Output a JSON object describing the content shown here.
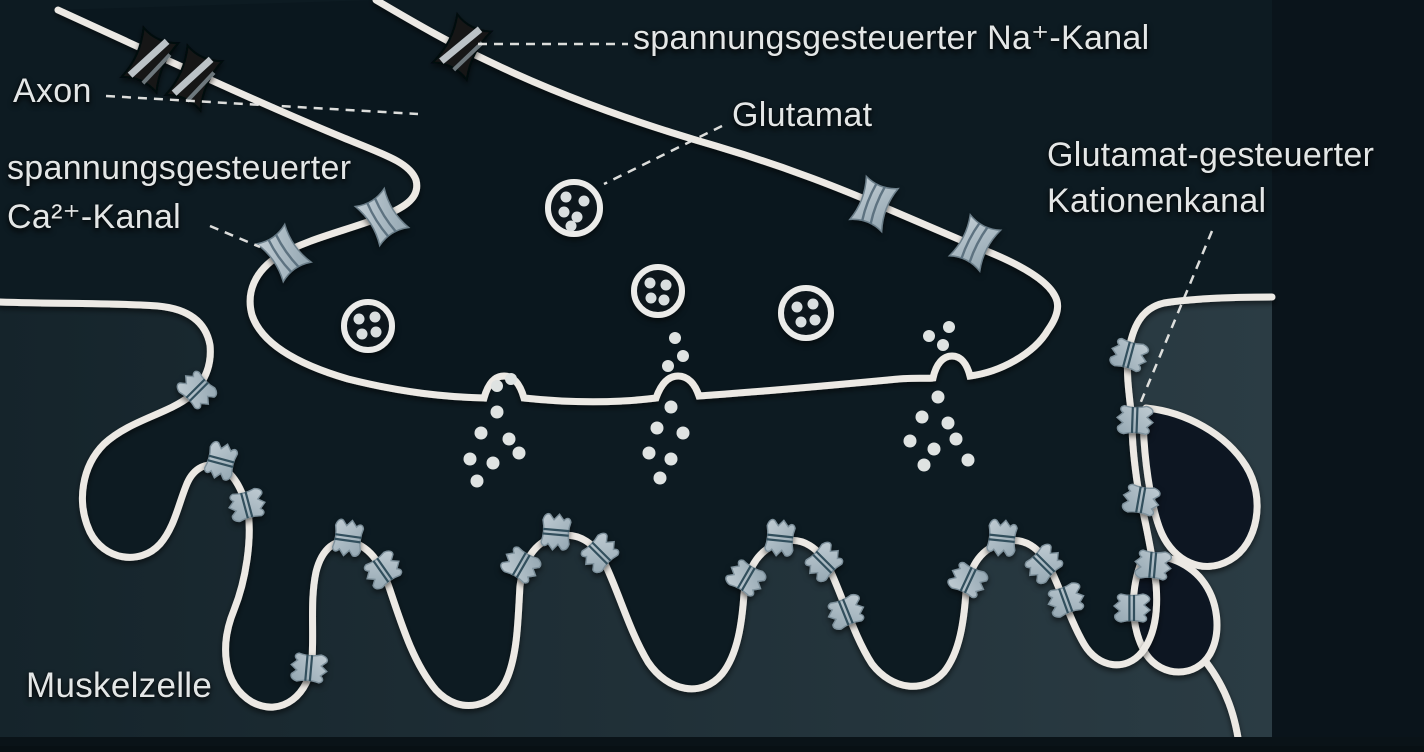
{
  "figure": {
    "subject": "neuromuscular junction synapse diagram",
    "language": "de"
  },
  "labels": {
    "na_channel": "spannungsgesteuerter Na⁺-Kanal",
    "axon": "Axon",
    "ca_channel_line1": "spannungsgesteuerter",
    "ca_channel_line2": "Ca²⁺-Kanal",
    "glutamate": "Glutamat",
    "glu_channel_line1": "Glutamat-gesteuerter",
    "glu_channel_line2": "Kationenkanal",
    "muscle_cell": "Muskelzelle"
  },
  "icons": {
    "na_channel_icon": "dark striped membrane channel",
    "ca_channel_icon": "light spool membrane channel",
    "cation_channel_icon": "light notched receptor channel",
    "vesicle_icon": "circle with glutamate dots",
    "glutamate_dot_icon": "small white dot"
  },
  "counts": {
    "na_channels": 3,
    "ca_channels": 4,
    "cation_channels": 22,
    "vesicles": 4,
    "release_sites": 3
  },
  "colors": {
    "background": "#0d1b22",
    "background_right": "#0a141b",
    "axon_fill": "#0a161d",
    "muscle_left": "#15242b",
    "muscle_right": "#2b3c44",
    "lumen": "#0c1820",
    "membrane": "#ece9e4",
    "na_channel_body": "#121619",
    "na_channel_stripe": "#cfd6da",
    "channel_body_light": "#c0ccd3",
    "channel_body_dark": "#94a7b2",
    "channel_line": "#33505d",
    "vesicle": "#ebebe9",
    "dot": "#dfe3e2",
    "text": "#e3e6e6",
    "bottom_bar": "#0a1318"
  }
}
